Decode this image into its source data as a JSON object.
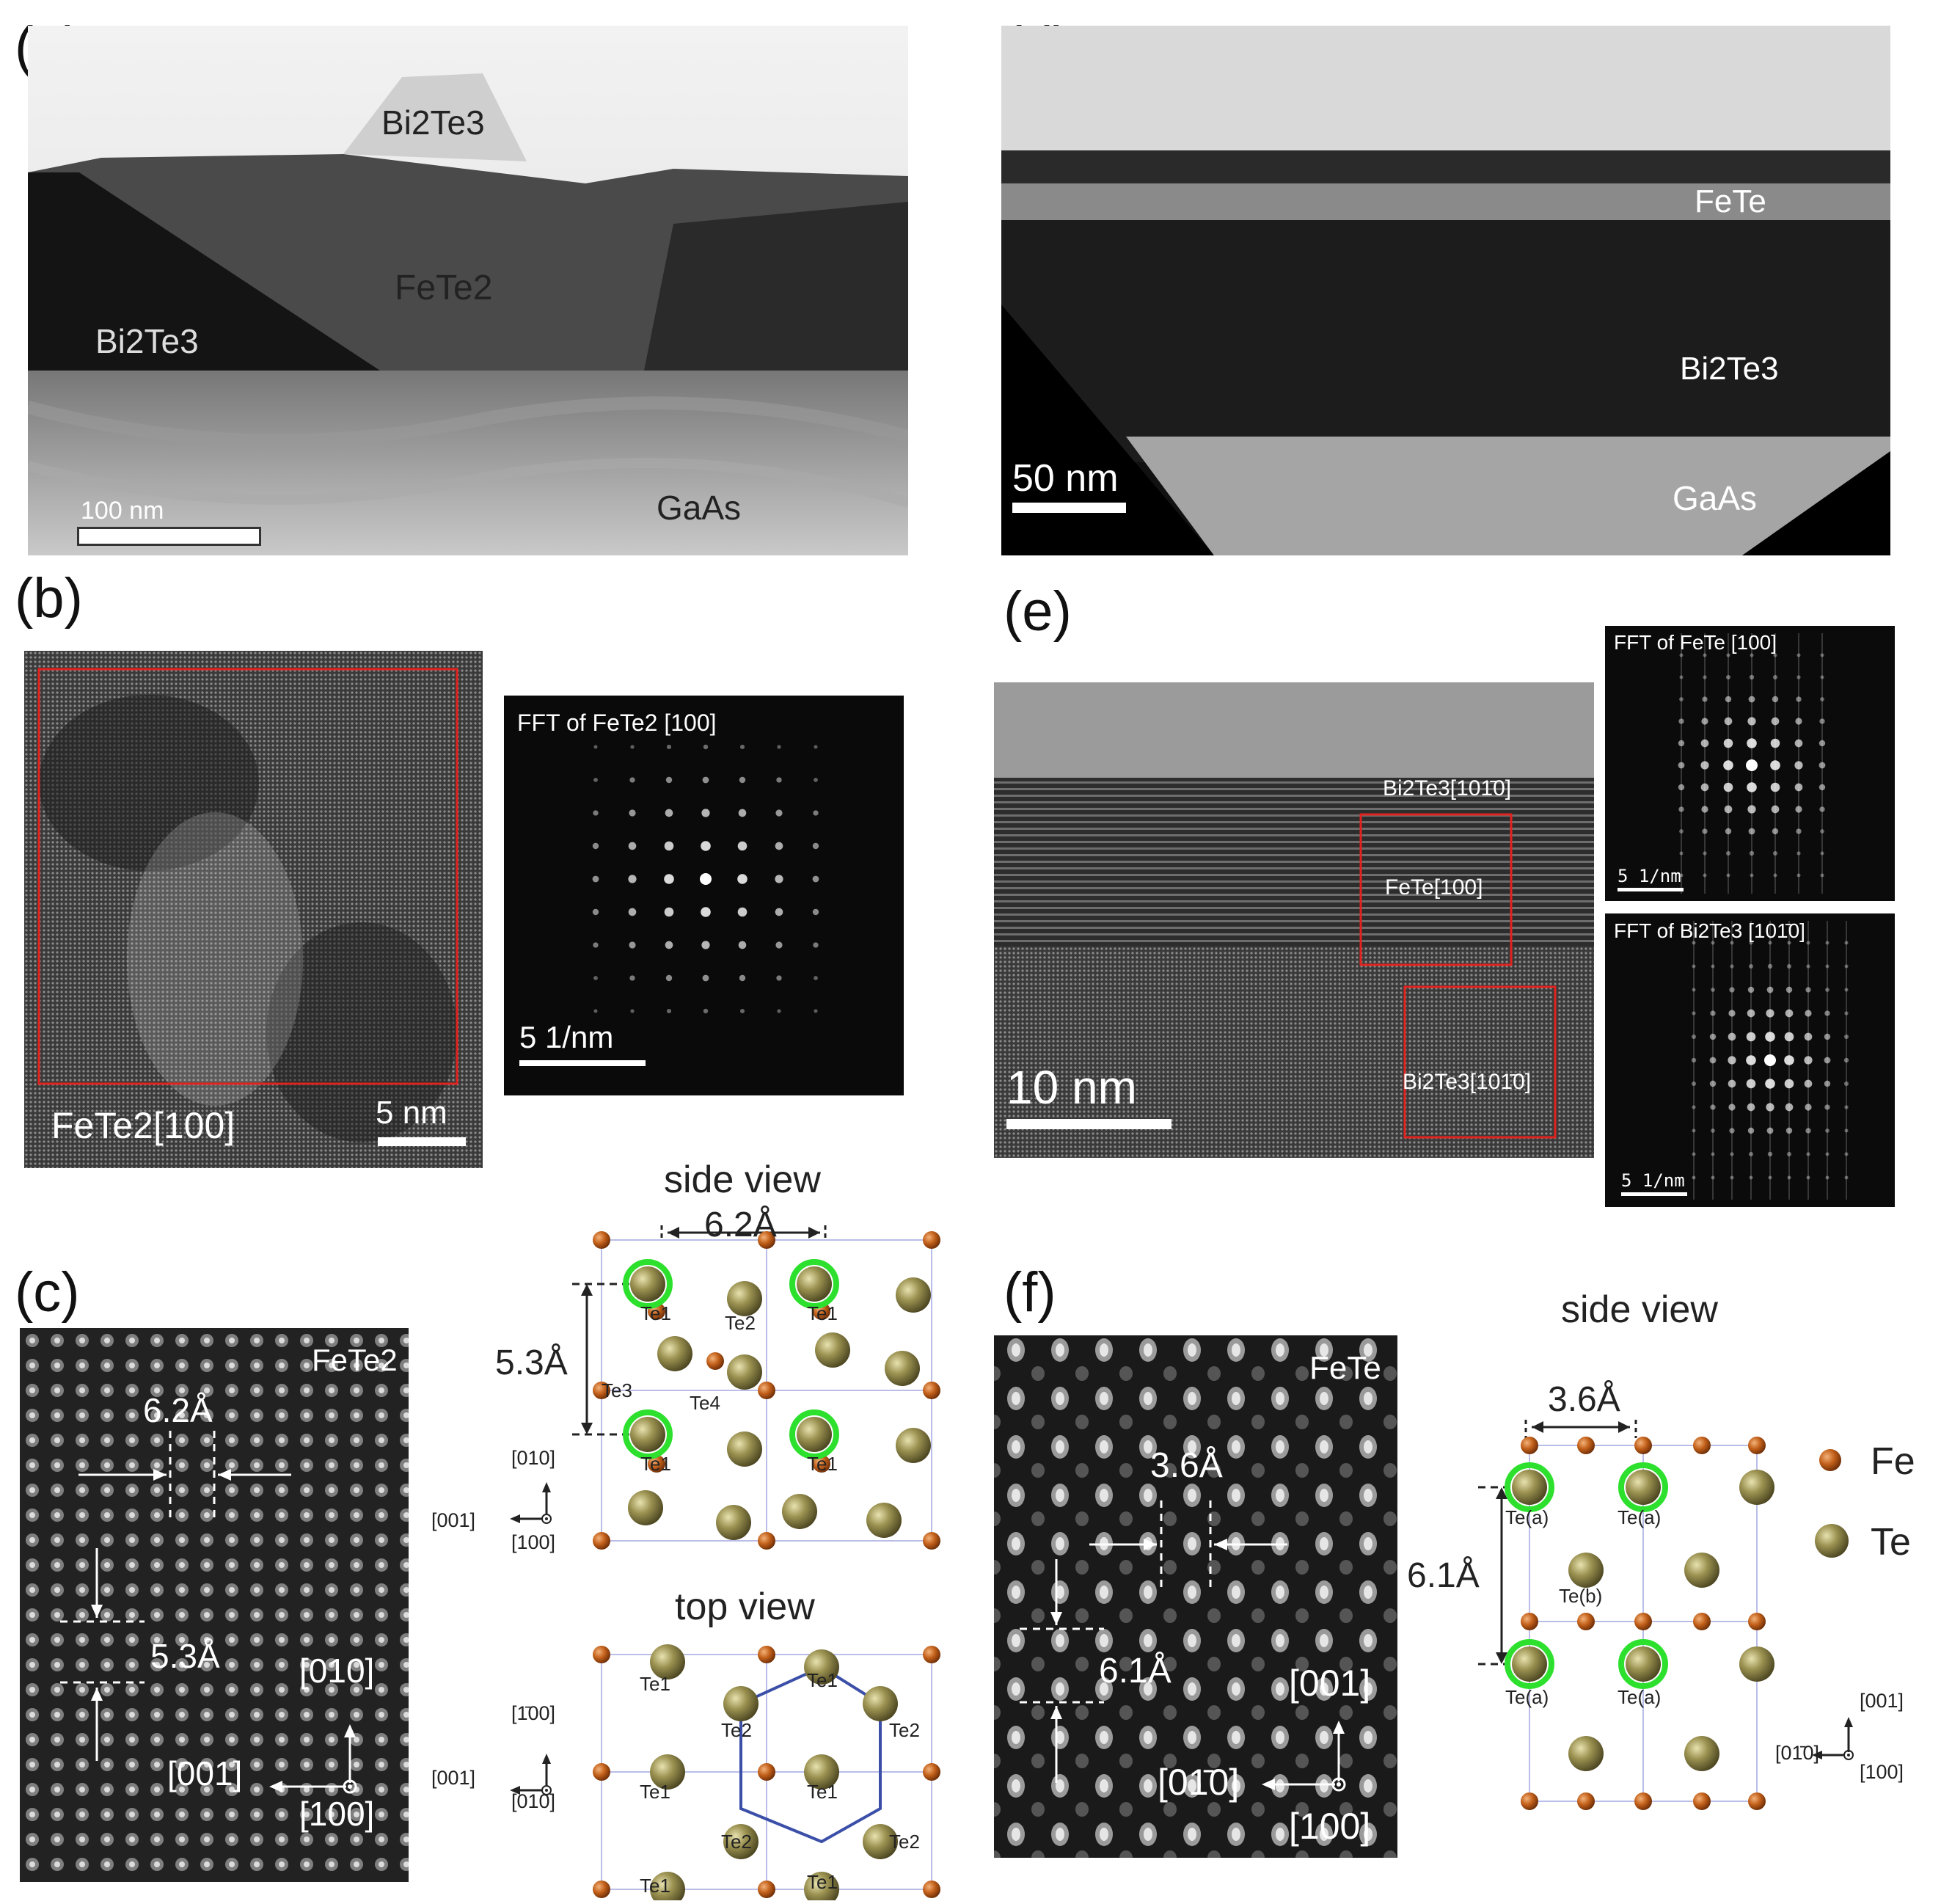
{
  "panels": {
    "a": {
      "label": "(a)",
      "bi2te3_top": "Bi2Te3",
      "fete2": "FeTe2",
      "bi2te3_left": "Bi2Te3",
      "gaas": "GaAs",
      "scale": "100 nm"
    },
    "b": {
      "label": "(b)",
      "region": "FeTe2[100]",
      "scale": "5 nm",
      "fft_title": "FFT of FeTe2 [100]",
      "fft_scale": "5 1/nm"
    },
    "c": {
      "label": "(c)",
      "image_title": "FeTe2",
      "d1": "6.2Å",
      "d2": "5.3Å",
      "ax_up": "[010]",
      "ax_left": "[001]",
      "ax_out": "[100]"
    },
    "c_side": {
      "title": "side view",
      "a_dist": "6.2Å",
      "b_dist": "5.3Å",
      "atoms": [
        "Te1",
        "Te2",
        "Te1",
        "Te3",
        "Te4",
        "Te1",
        "Te1"
      ],
      "ax_up": "[010]",
      "ax_left": "[001]",
      "ax_out": "[100]"
    },
    "c_top": {
      "title": "top view",
      "atoms": [
        "Te1",
        "Te1",
        "Te2",
        "Te2",
        "Te1",
        "Te1",
        "Te2",
        "Te2",
        "Te1",
        "Te1"
      ],
      "ax_up": "[1̄00]",
      "ax_left": "[001]",
      "ax_out": "[010]"
    },
    "d": {
      "label": "(d)",
      "fete": "FeTe",
      "bi2te3": "Bi2Te3",
      "gaas": "GaAs",
      "scale": "50 nm"
    },
    "e": {
      "label": "(e)",
      "bi_top": "Bi2Te3[101̄0]",
      "fete": "FeTe[100]",
      "bi_bot": "Bi2Te3[101̄0]",
      "scale": "10  nm",
      "fft1_title": "FFT of FeTe [100]",
      "fft1_scale": "5 1/nm",
      "fft2_title": "FFT of Bi2Te3 [101̄0]",
      "fft2_scale": "5 1/nm"
    },
    "f": {
      "label": "(f)",
      "image_title": "FeTe",
      "d1": "3.6Å",
      "d2": "6.1Å",
      "ax_up": "[001]",
      "ax_left": "[01̄0]",
      "ax_out": "[100]"
    },
    "f_side": {
      "title": "side view",
      "a_dist": "3.6Å",
      "b_dist": "6.1Å",
      "atoms": [
        "Te(a)",
        "Te(a)",
        "Te(b)",
        "Te(a)",
        "Te(a)"
      ],
      "ax_up": "[001]",
      "ax_left": "[01̄0]",
      "ax_out": "[100]"
    },
    "legend": {
      "fe": "Fe",
      "te": "Te"
    }
  },
  "colors": {
    "fe": "#c05a12",
    "te": "#8f8743",
    "highlight": "#2ee02e",
    "boxred": "#e0231f",
    "hexblue": "#3b4fa8",
    "cell": "#b9bde8"
  }
}
